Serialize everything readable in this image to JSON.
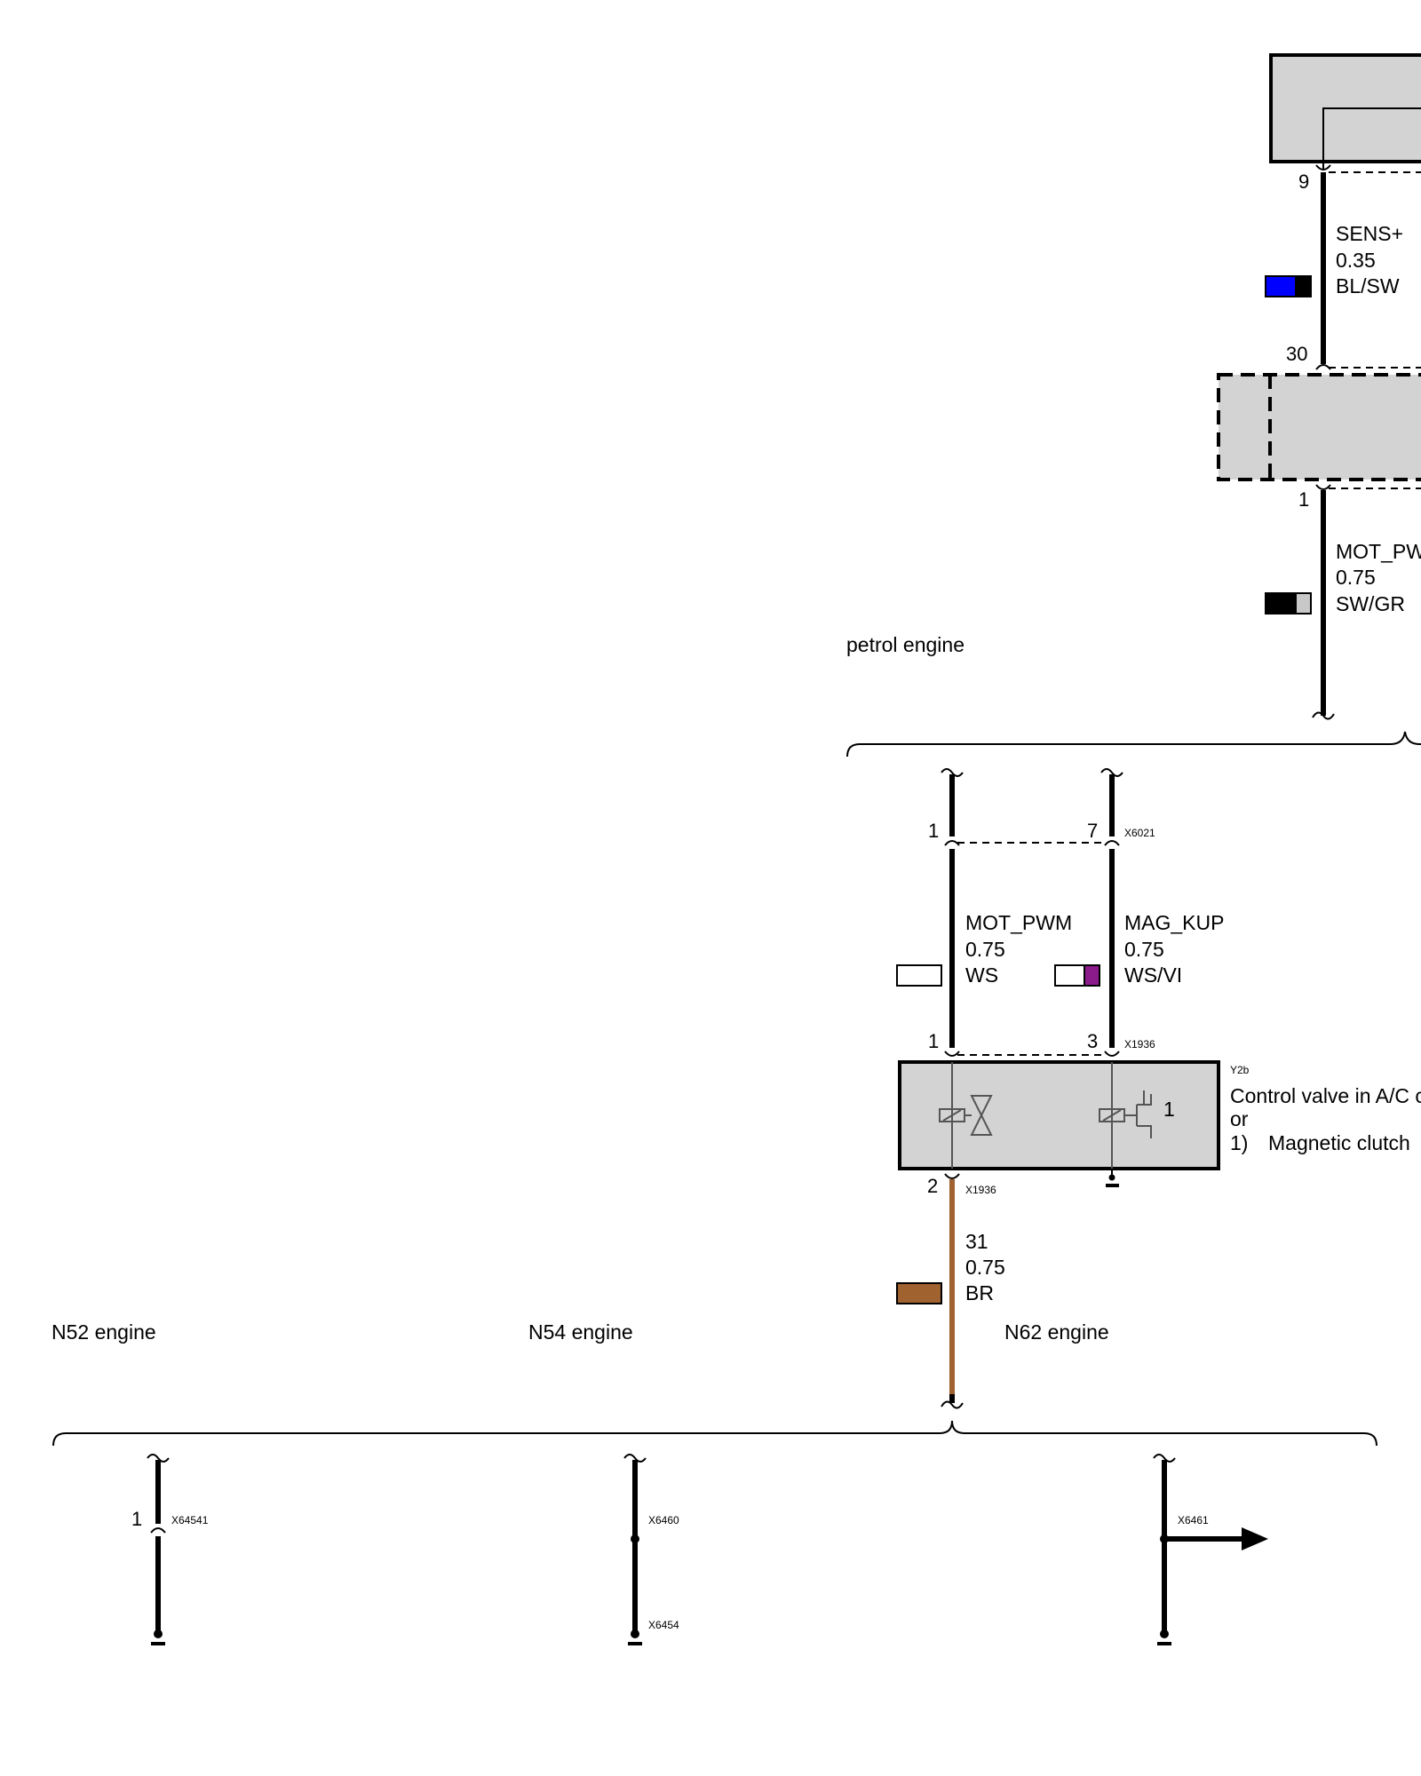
{
  "sections": {
    "petrol": "petrol engine",
    "n52": "N52 engine",
    "n54": "N54 engine",
    "n62": "N62 engine"
  },
  "top_branch": {
    "pin_top": "9",
    "wire": {
      "signal": "SENS+",
      "size": "0.35",
      "color": "BL/SW",
      "swatch": [
        "#0000ff",
        "#000000"
      ]
    },
    "pin_mid": "30",
    "pin_bottom": "1",
    "wire2": {
      "signal": "MOT_PW",
      "size": "0.75",
      "color": "SW/GR",
      "swatch": [
        "#000000",
        "#c8c8c8"
      ]
    }
  },
  "connector_x6021": {
    "id": "X6021",
    "pin_left": "1",
    "pin_right": "7"
  },
  "wire_left": {
    "signal": "MOT_PWM",
    "size": "0.75",
    "color": "WS",
    "swatch": [
      "#ffffff"
    ]
  },
  "wire_right": {
    "signal": "MAG_KUP",
    "size": "0.75",
    "color": "WS/VI",
    "swatch": [
      "#ffffff",
      "#8b1a8b"
    ]
  },
  "connector_x1936": {
    "id": "X1936",
    "pin_left": "1",
    "pin_right": "3",
    "pin_bottom": "2"
  },
  "component": {
    "code": "Y2b",
    "line1": "Control valve in A/C c",
    "line2": "or",
    "note_num": "1)",
    "note_text": "Magnetic clutch",
    "inner_label": "1"
  },
  "ground_wire": {
    "signal": "31",
    "size": "0.75",
    "color": "BR",
    "swatch": [
      "#a0622e"
    ]
  },
  "grounds": {
    "n52": {
      "pin": "1",
      "id": "X64541"
    },
    "n54": {
      "id_top": "X6460",
      "id_bottom": "X6454"
    },
    "n62": {
      "id": "X6461"
    }
  }
}
